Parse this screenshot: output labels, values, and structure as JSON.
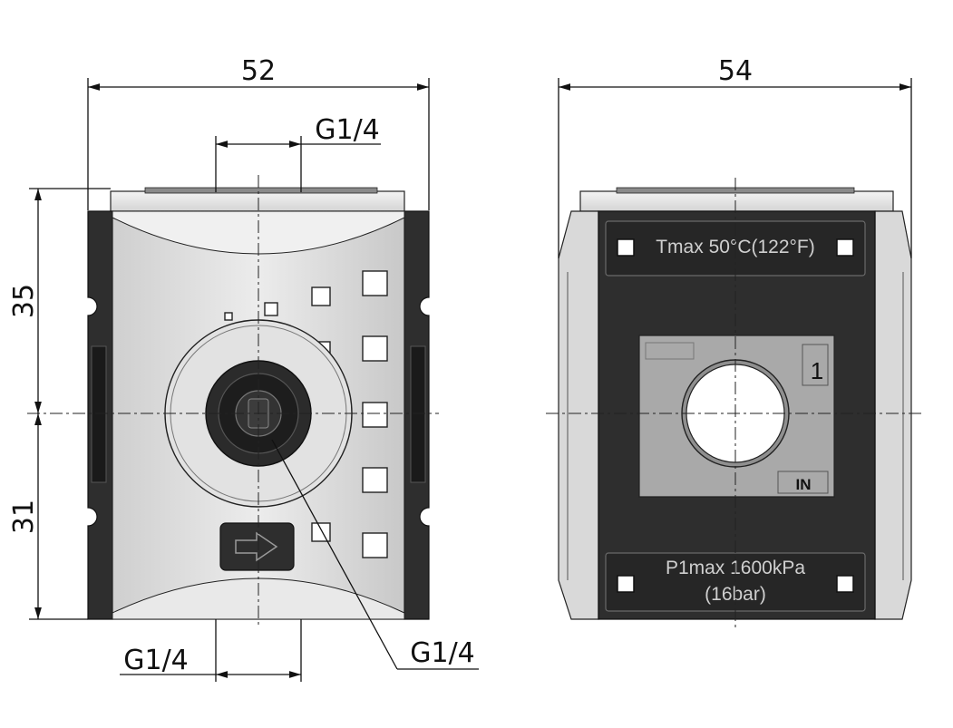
{
  "dimensions": {
    "width_front": "52",
    "width_side": "54",
    "height_upper": "35",
    "height_lower": "31",
    "thread_top": "G1/4",
    "thread_bottom": "G1/4",
    "thread_leader": "G1/4"
  },
  "plates": {
    "temp": "Tmax 50°C(122°F)",
    "pressure_line1": "P1max 1600kPa",
    "pressure_line2": "(16bar)"
  },
  "port_labels": {
    "port_number": "1",
    "inlet": "IN"
  },
  "colors": {
    "dark_body": "#2e2e2e",
    "light_body": "#d9d9d9",
    "port_plate": "#a9a9a9"
  }
}
